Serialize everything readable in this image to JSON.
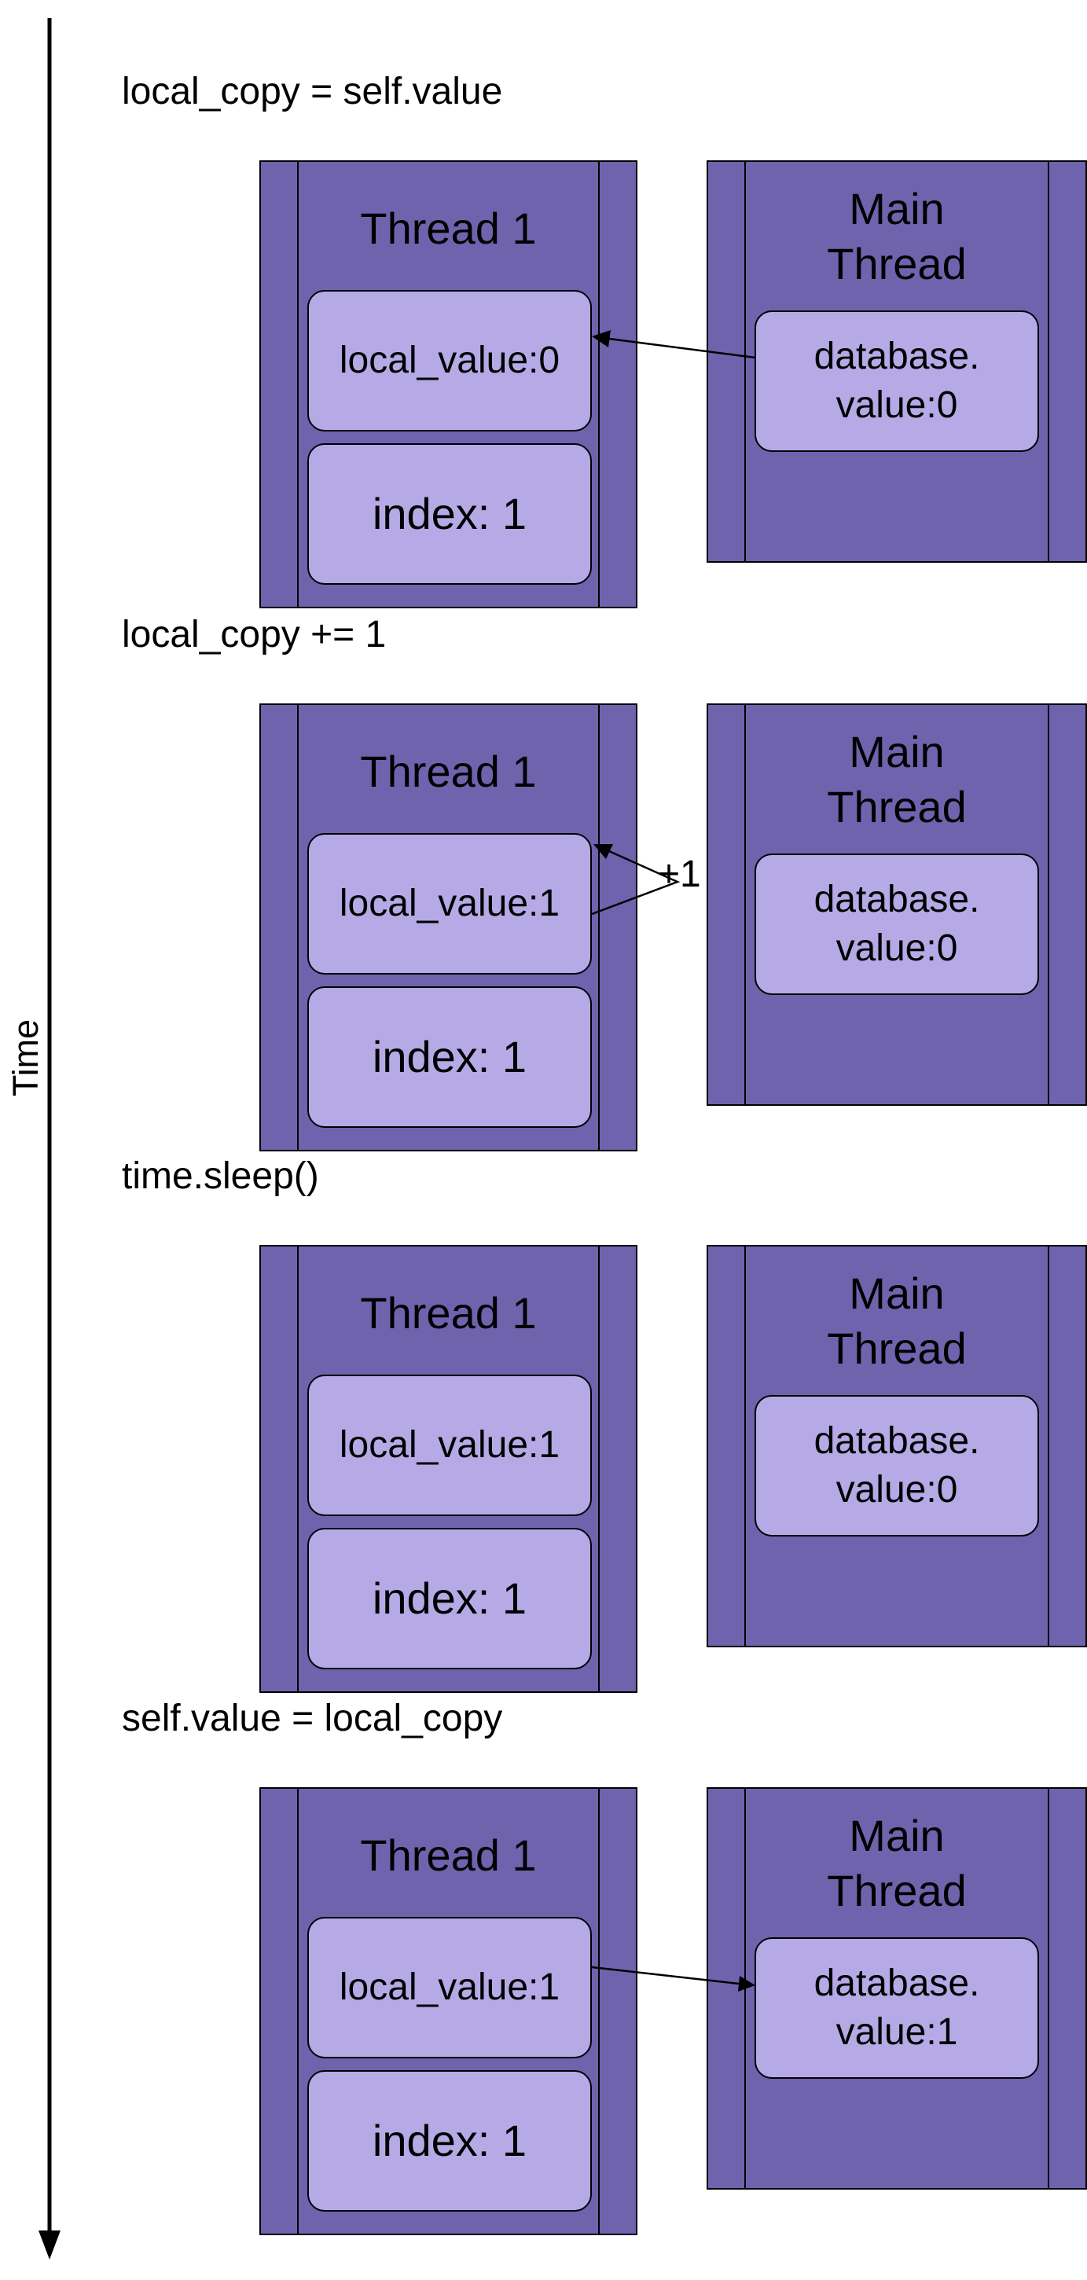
{
  "time_axis": {
    "label": "Time"
  },
  "labels": {
    "thread_title": "Thread 1",
    "main_title": "Main\nThread"
  },
  "steps": [
    {
      "code": "local_copy = self.value",
      "local_value": "local_value:0",
      "index": "index: 1",
      "database": "database.\nvalue:0",
      "arrow": "db-to-local"
    },
    {
      "code": "local_copy += 1",
      "local_value": "local_value:1",
      "index": "index: 1",
      "database": "database.\nvalue:0",
      "arrow": "increment",
      "increment_label": "+1"
    },
    {
      "code": "time.sleep()",
      "local_value": "local_value:1",
      "index": "index: 1",
      "database": "database.\nvalue:0",
      "arrow": "none"
    },
    {
      "code": "self.value = local_copy",
      "local_value": "local_value:1",
      "index": "index: 1",
      "database": "database.\nvalue:1",
      "arrow": "local-to-db"
    }
  ],
  "colors": {
    "process_fill": "#6f63ae",
    "cell_fill": "#b5aae6",
    "stroke": "#000000"
  }
}
